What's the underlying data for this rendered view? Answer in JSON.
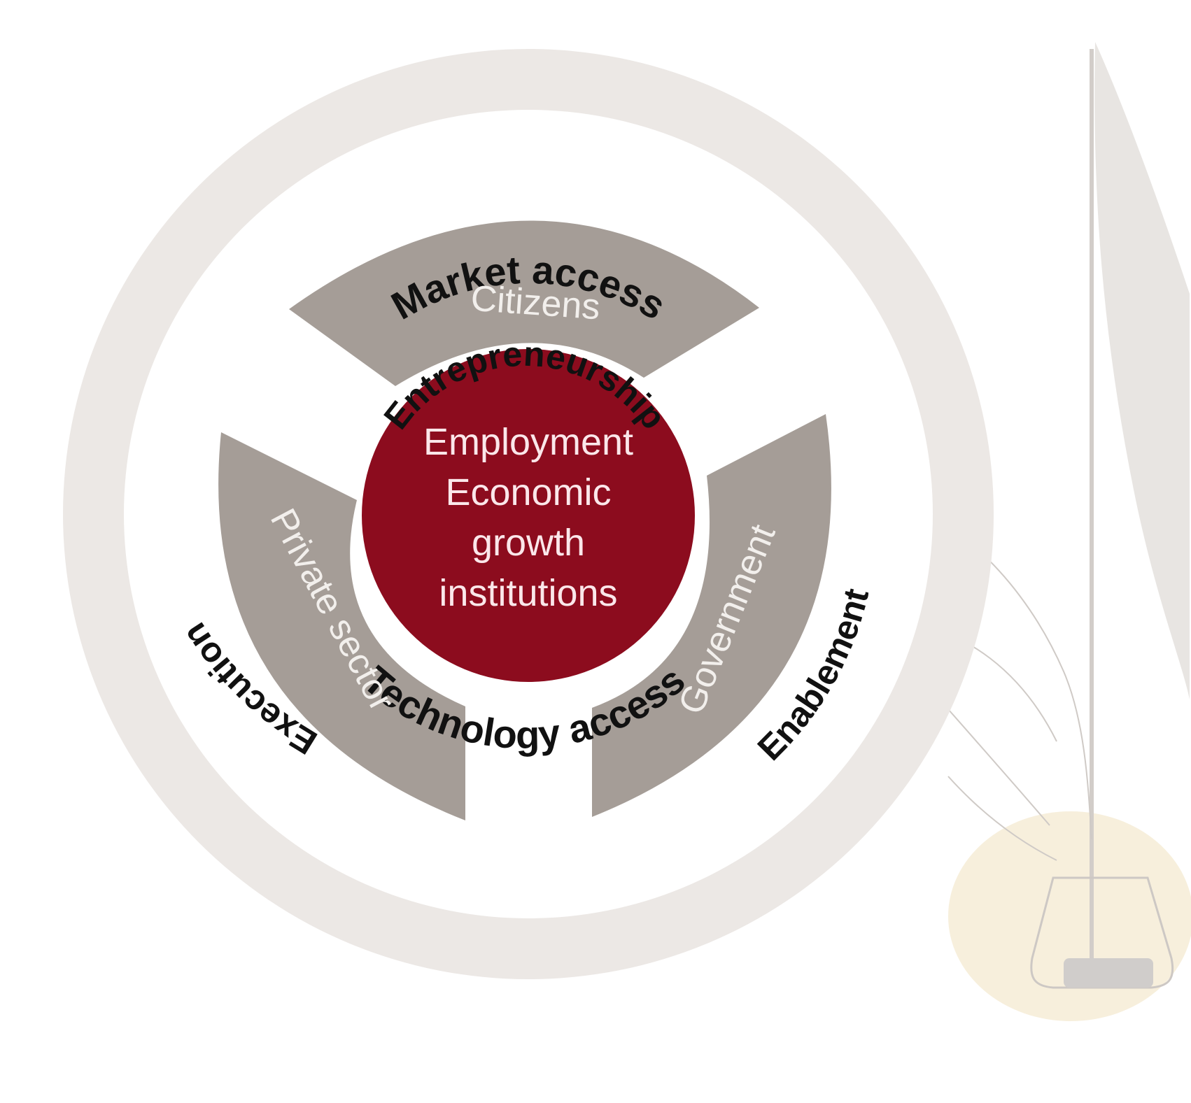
{
  "colors": {
    "outer_ring": "#ece8e5",
    "segment": "#a59d97",
    "core": "#8c0c1e",
    "core_text": "#fbe7ea",
    "segment_text": "#f2efec",
    "label_text": "#111111",
    "ink_stain": "#f6ecd6",
    "quill": "#dcd8d5"
  },
  "outer_ring": {
    "top_label": "Market access",
    "bottom_label": "Technology access"
  },
  "inner_ring": {
    "top_label": "Entrepreneurship",
    "left_label": "Execution",
    "right_label": "Enablement"
  },
  "segments": [
    {
      "label": "Citizens"
    },
    {
      "label": "Private sector"
    },
    {
      "label": "Government"
    }
  ],
  "core": {
    "lines": [
      "Employment",
      "Economic",
      "growth",
      "institutions"
    ]
  },
  "decoration": {
    "icon": "quill-inkwell-icon"
  }
}
